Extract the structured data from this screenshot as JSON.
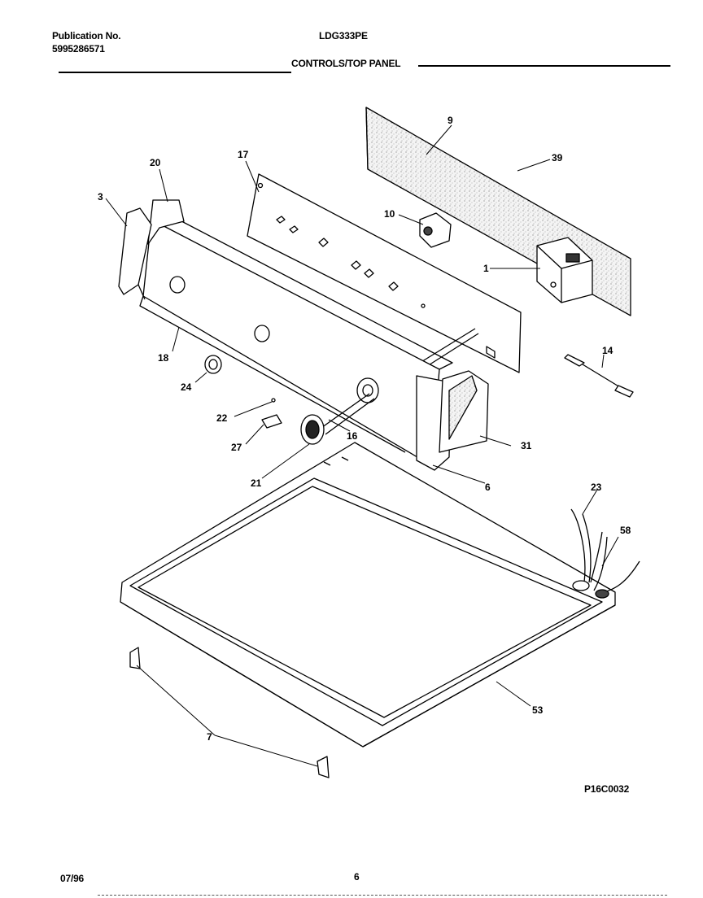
{
  "header": {
    "publication_label": "Publication No.",
    "publication_number": "5995286571",
    "model": "LDG333PE",
    "section_title": "CONTROLS/TOP PANEL"
  },
  "callouts": [
    "9",
    "39",
    "20",
    "17",
    "3",
    "10",
    "1",
    "18",
    "24",
    "14",
    "22",
    "27",
    "16",
    "31",
    "21",
    "6",
    "23",
    "58",
    "7",
    "53"
  ],
  "diagram_code": "P16C0032",
  "footer": {
    "date": "07/96",
    "page": "6"
  }
}
